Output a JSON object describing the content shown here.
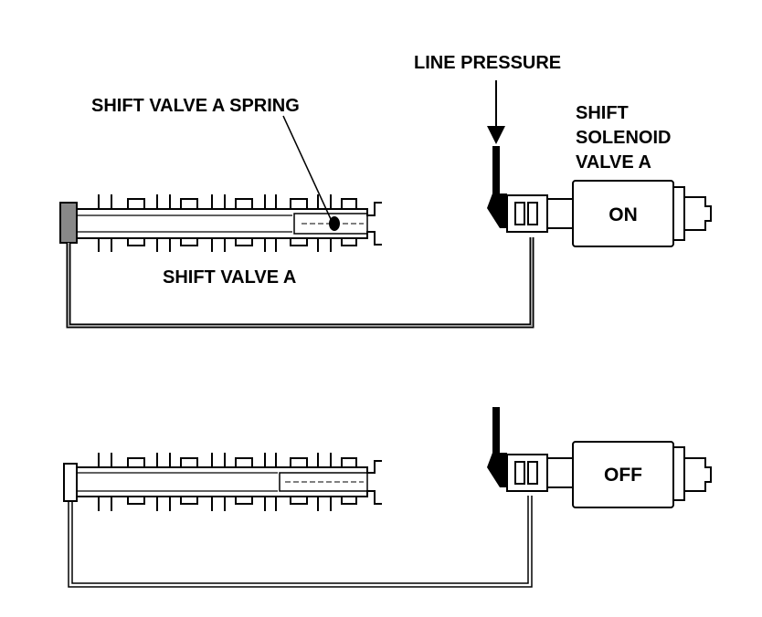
{
  "labels": {
    "line_pressure": "LINE PRESSURE",
    "spring": "SHIFT VALVE A SPRING",
    "shift_valve": "SHIFT VALVE A",
    "solenoid_line1": "SHIFT",
    "solenoid_line2": "SOLENOID",
    "solenoid_line3": "VALVE A"
  },
  "states": {
    "top": "ON",
    "bottom": "OFF"
  },
  "colors": {
    "pressure_fill": "#888888",
    "line": "#000000",
    "background": "#ffffff"
  }
}
